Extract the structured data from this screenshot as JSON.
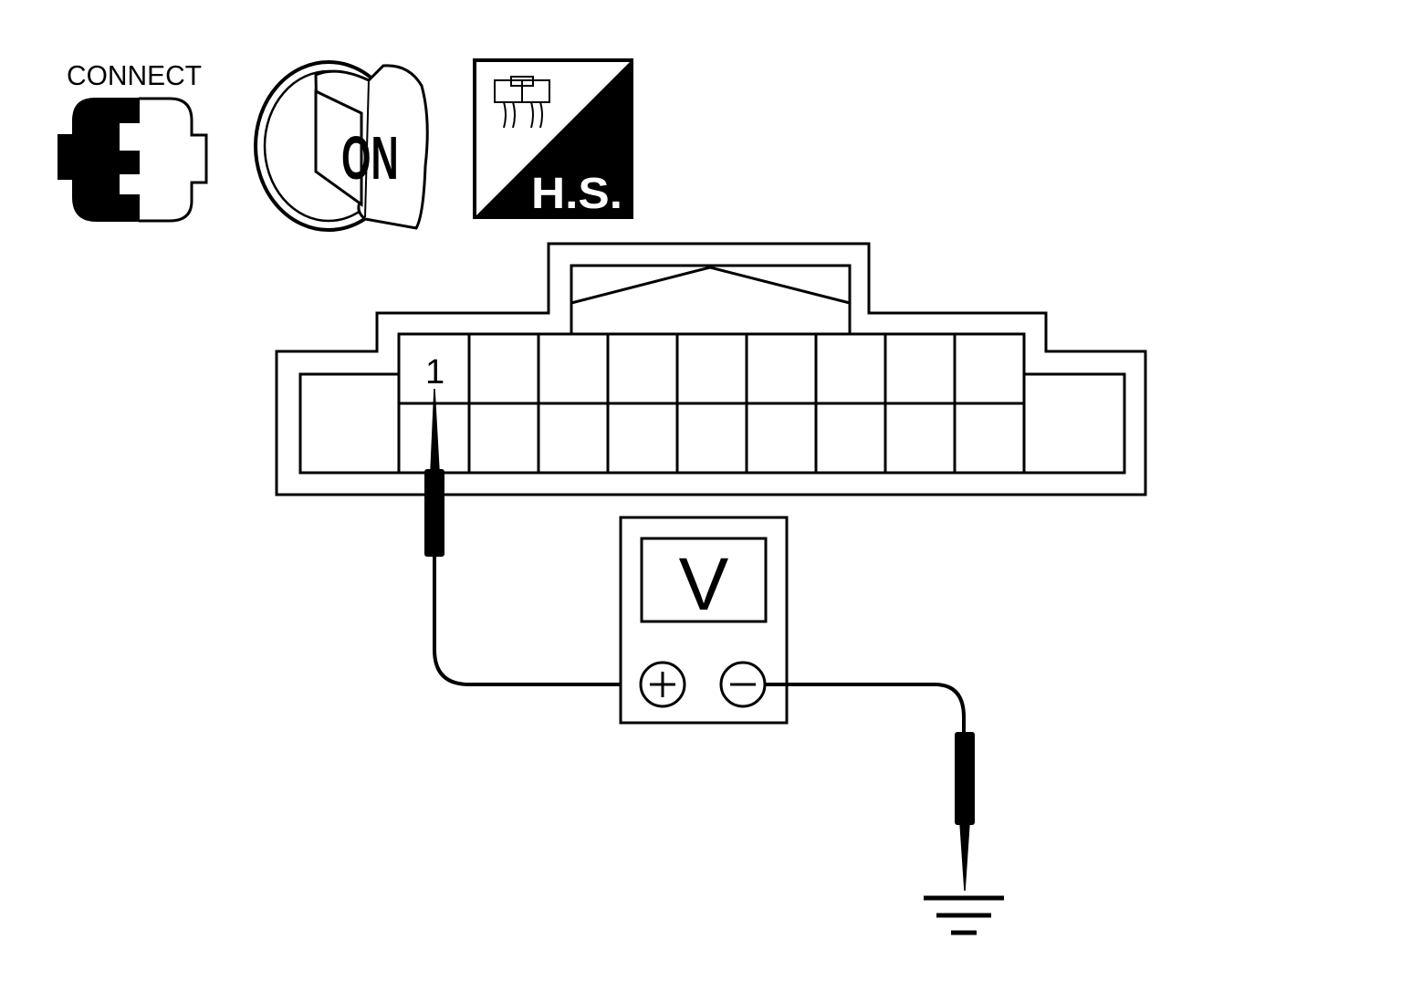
{
  "icons": {
    "connect": {
      "label": "CONNECT",
      "icon": "connector-connected-icon"
    },
    "ignition": {
      "label": "ON",
      "icon": "ignition-key-on-icon"
    },
    "harness_side": {
      "label": "H.S.",
      "icon": "harness-side-connector-icon"
    }
  },
  "connector": {
    "terminal_label": "1",
    "rows": 2,
    "columns": 9,
    "probed_terminal": 1
  },
  "meter": {
    "display": "V",
    "positive_symbol": "+",
    "negative_symbol": "−",
    "icon": "voltmeter-icon"
  },
  "ground": {
    "icon": "ground-symbol-icon"
  },
  "colors": {
    "line": "#000000",
    "background": "#ffffff"
  }
}
